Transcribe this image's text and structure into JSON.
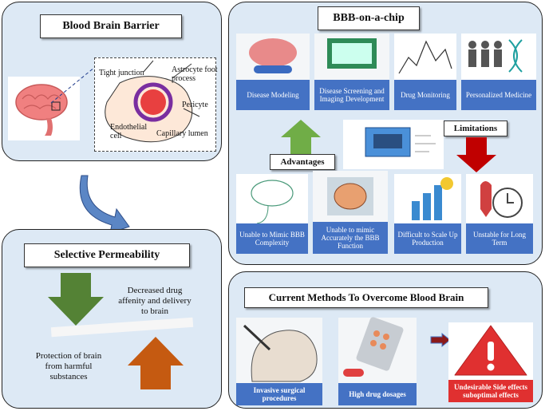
{
  "bbb_panel": {
    "title": "Blood Brain Barrier",
    "labels": {
      "tight_junction": "Tight junction",
      "astrocyte": "Astrocyte foot process",
      "pericyte": "Pericyte",
      "endothelial": "Endothelial cell",
      "capillary": "Capillary lumen"
    }
  },
  "perm_panel": {
    "title": "Selective Permeability",
    "decreased": "Decreased drug affenity and delivery to brain",
    "protection": "Protection of brain from harmful substances"
  },
  "chip_panel": {
    "title": "BBB-on-a-chip",
    "top_cards": [
      "Disease Modeling",
      "Disease Screening and Imaging Development",
      "Drug Monitoring",
      "Personalized Medicine"
    ],
    "advantages": "Advantages",
    "limitations": "Limitations",
    "bottom_cards": [
      "Unable to Mimic BBB Complexity",
      "Unable to mimic Accurately the BBB Function",
      "Difficult to Scale Up Production",
      "Unstable for Long Term"
    ]
  },
  "methods_panel": {
    "title": "Current Methods To Overcome Blood Brain",
    "cards": [
      "Invasive surgical procedures",
      "High drug dosages",
      "Undesirable Side effects suboptimal effects"
    ]
  },
  "colors": {
    "panel": "#dde9f5",
    "caption": "#4472c4",
    "green": "#548235",
    "red": "#c00000",
    "orange": "#c55a11",
    "warning": "#e03030"
  }
}
